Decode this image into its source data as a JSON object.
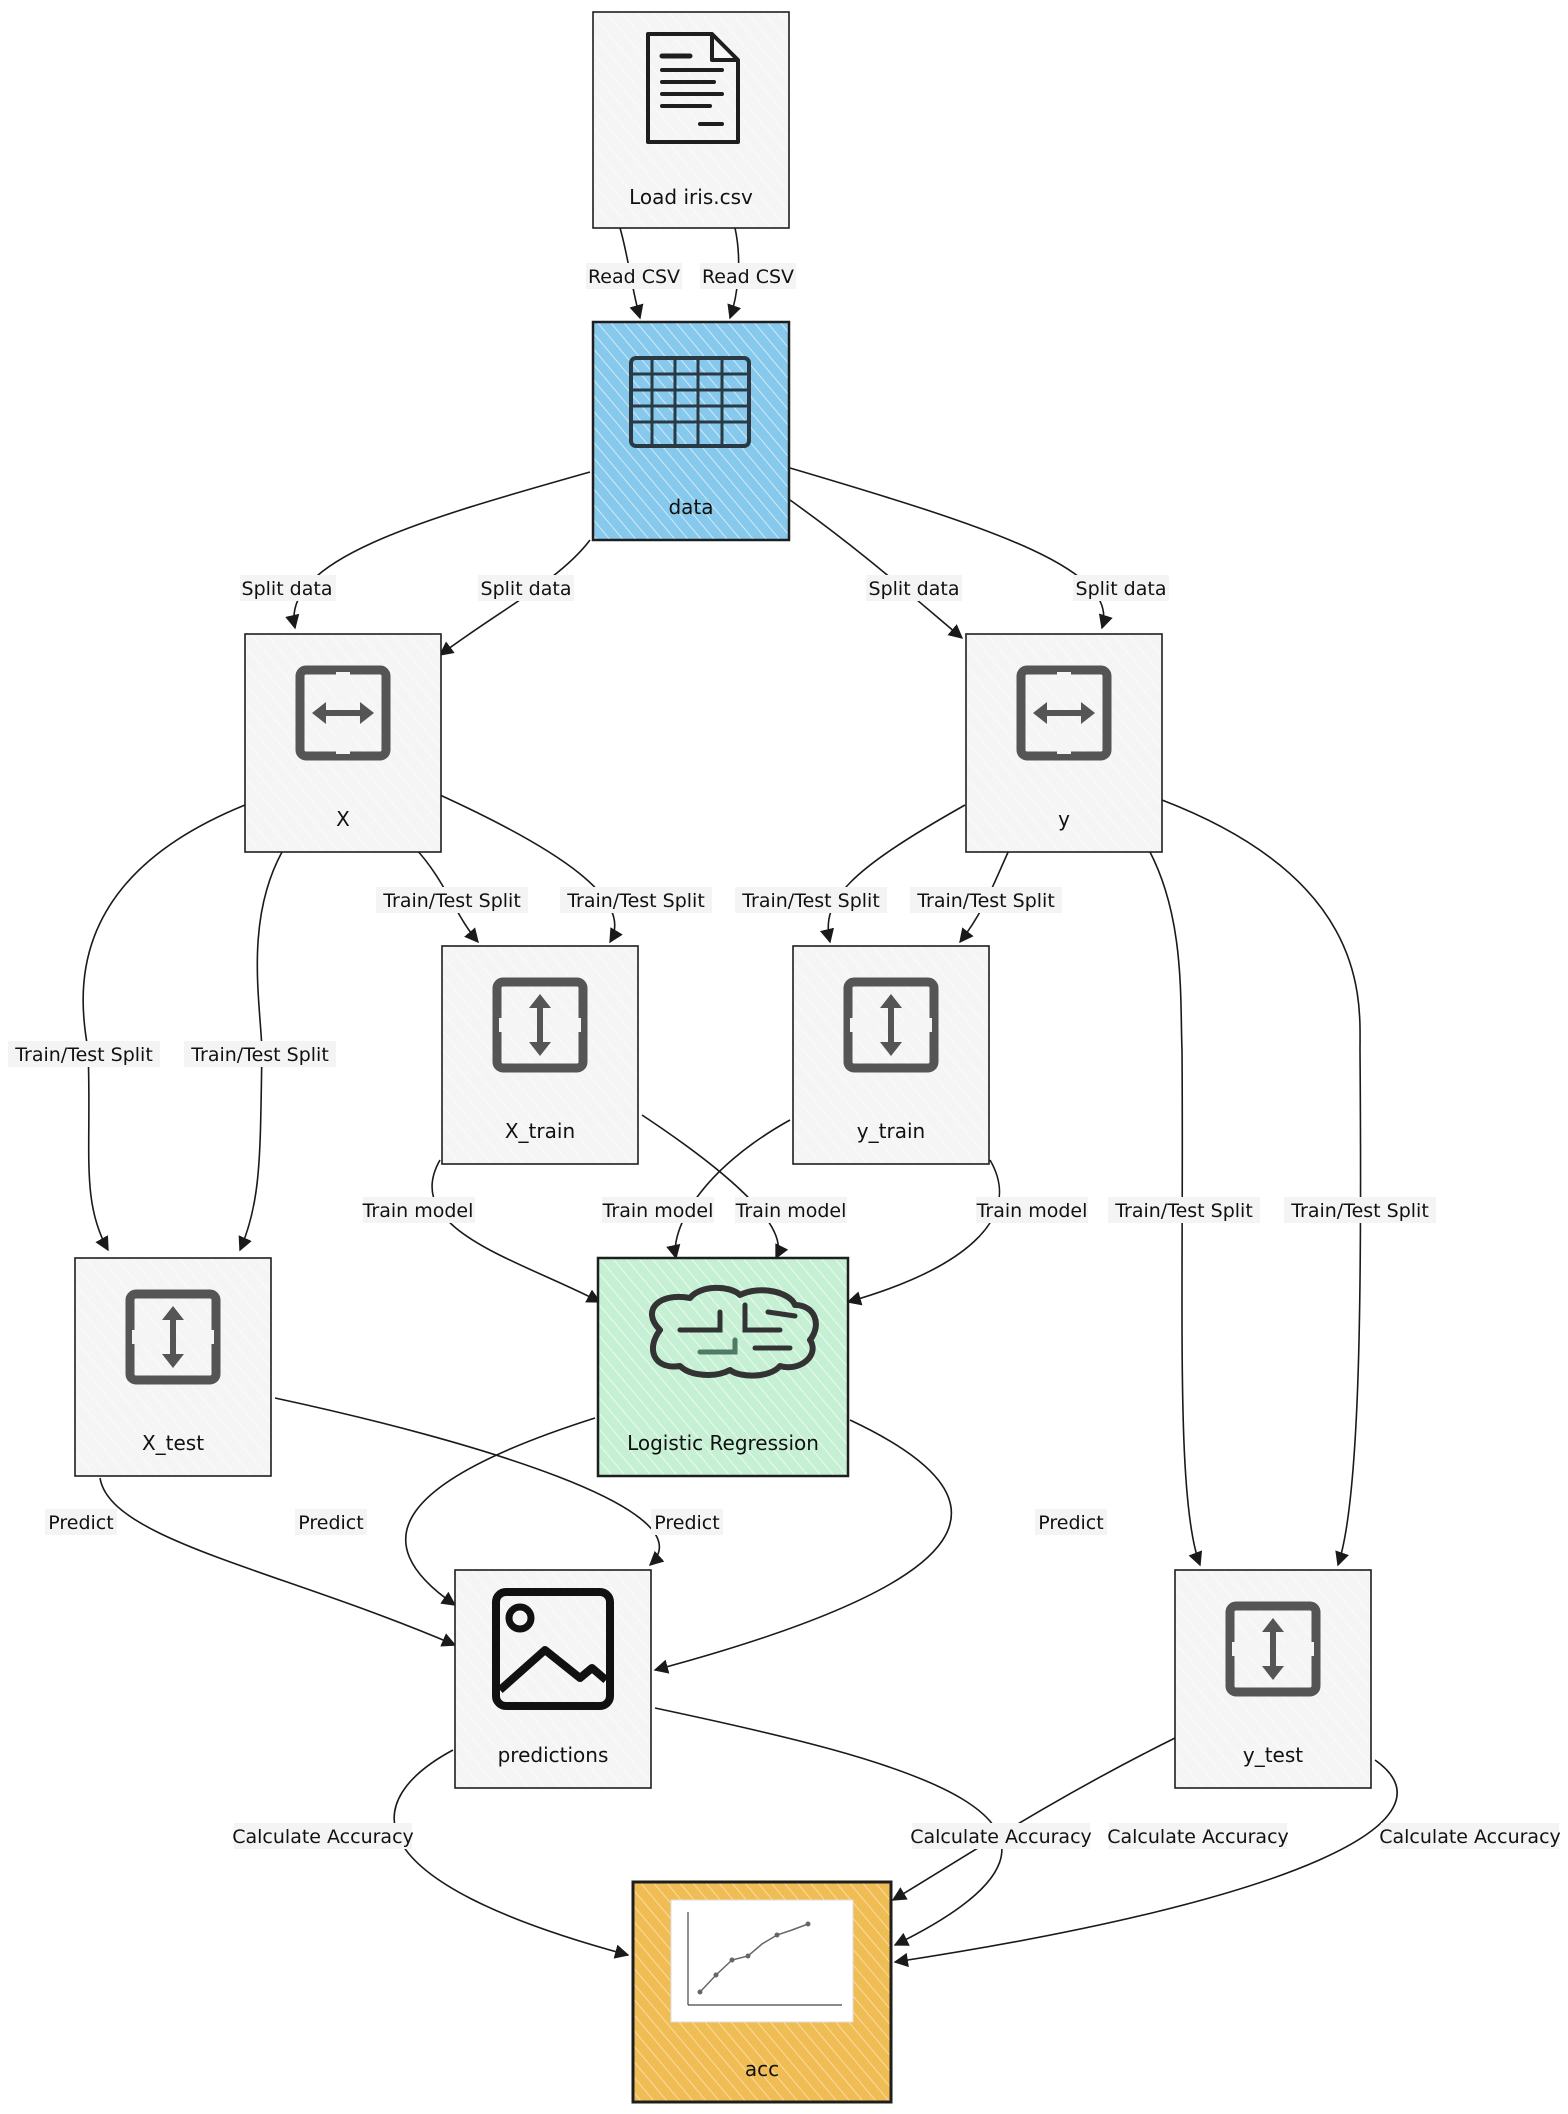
{
  "colors": {
    "default_fill": "#f5f5f5",
    "data_fill": "#87c9ec",
    "model_fill": "#c6f0d4",
    "acc_fill": "#f0bd55",
    "stroke": "#1e1e1e"
  },
  "nodes": {
    "load": {
      "label": "Load iris.csv",
      "icon": "document-icon"
    },
    "data": {
      "label": "data",
      "icon": "table-icon"
    },
    "x": {
      "label": "X",
      "icon": "split-horizontal-icon"
    },
    "y": {
      "label": "y",
      "icon": "split-horizontal-icon"
    },
    "x_train": {
      "label": "X_train",
      "icon": "split-vertical-icon"
    },
    "y_train": {
      "label": "y_train",
      "icon": "split-vertical-icon"
    },
    "x_test": {
      "label": "X_test",
      "icon": "split-vertical-icon"
    },
    "model": {
      "label": "Logistic Regression",
      "icon": "brain-icon"
    },
    "predictions": {
      "label": "predictions",
      "icon": "image-icon"
    },
    "y_test": {
      "label": "y_test",
      "icon": "split-vertical-icon"
    },
    "acc": {
      "label": "acc",
      "icon": "line-chart-icon"
    }
  },
  "edge_labels": {
    "read_csv_1": "Read CSV",
    "read_csv_2": "Read CSV",
    "split_1": "Split data",
    "split_2": "Split data",
    "split_3": "Split data",
    "split_4": "Split data",
    "tts_1": "Train/Test Split",
    "tts_2": "Train/Test Split",
    "tts_3": "Train/Test Split",
    "tts_4": "Train/Test Split",
    "tts_5": "Train/Test Split",
    "tts_6": "Train/Test Split",
    "tts_7": "Train/Test Split",
    "tts_8": "Train/Test Split",
    "train_1": "Train model",
    "train_2": "Train model",
    "train_3": "Train model",
    "train_4": "Train model",
    "predict_1": "Predict",
    "predict_2": "Predict",
    "predict_3": "Predict",
    "predict_4": "Predict",
    "acc_1": "Calculate Accuracy",
    "acc_2": "Calculate Accuracy",
    "acc_3": "Calculate Accuracy",
    "acc_4": "Calculate Accuracy"
  }
}
